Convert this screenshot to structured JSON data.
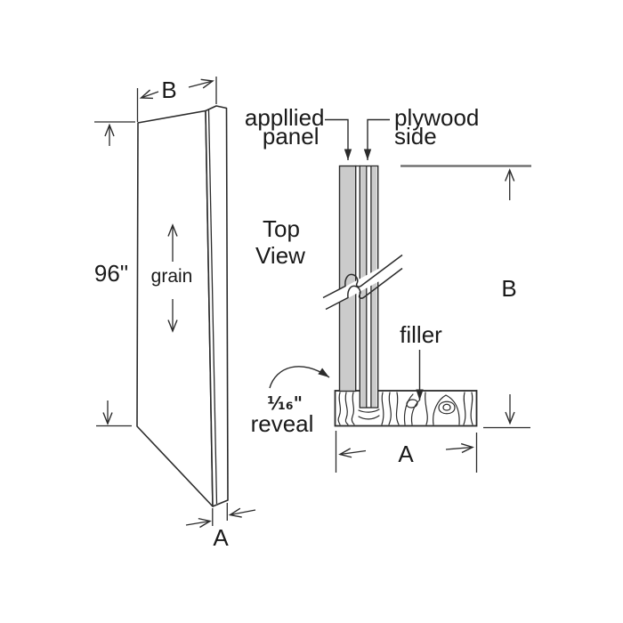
{
  "panel_view": {
    "top_width_label": "B",
    "height_label": "96\"",
    "grain_label": "grain",
    "bottom_thickness_label": "A"
  },
  "top_view": {
    "view_title_line1": "Top",
    "view_title_line2": "View",
    "applied_panel_label_line1": "appllied",
    "applied_panel_label_line2": "panel",
    "plywood_side_label_line1": "plywood",
    "plywood_side_label_line2": "side",
    "filler_label": "filler",
    "reveal_fraction": "¹⁄₁₆\"",
    "reveal_label": "reveal",
    "depth_label": "B",
    "width_label": "A"
  },
  "colors": {
    "panel_fill": "#cbcbcb",
    "line_color": "#2b2b2b"
  }
}
